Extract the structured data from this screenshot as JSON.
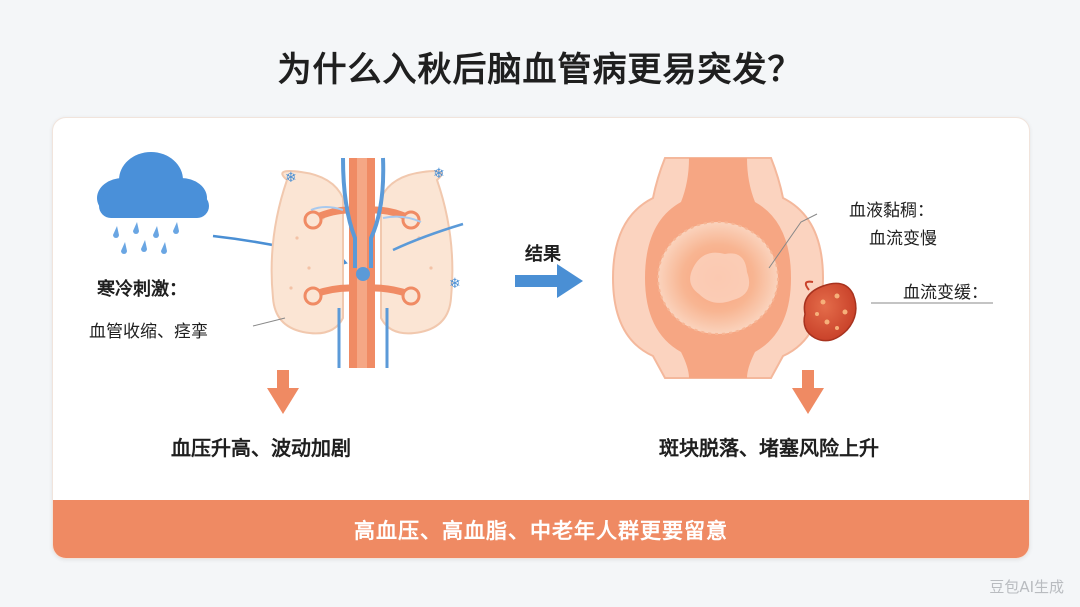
{
  "title": "为什么入秋后脑血管病更易突发？",
  "left": {
    "cause_title": "寒冷刺激：",
    "cause_detail": "血管收缩、痉挛",
    "result": "血压升高、波动加剧"
  },
  "middle": {
    "arrow_label": "结果"
  },
  "right": {
    "label1_title": "血液黏稠：",
    "label1_detail": "血流变慢",
    "label2": "血流变缓：",
    "result": "斑块脱落、堵塞风险上升"
  },
  "banner": {
    "text": "高血压、高血脂、中老年人群更要留意"
  },
  "watermark": "豆包AI生成",
  "colors": {
    "accent_orange": "#ef8a63",
    "arrow_blue": "#4a8fd4",
    "vessel_orange": "#f08b64",
    "vein_blue": "#5b9ad8",
    "tissue_cream": "#fbe5d4"
  },
  "icons": [
    "rain-cloud-icon",
    "snowflake-icon",
    "arrow-right-icon",
    "arrow-down-icon",
    "blood-clot-icon"
  ]
}
